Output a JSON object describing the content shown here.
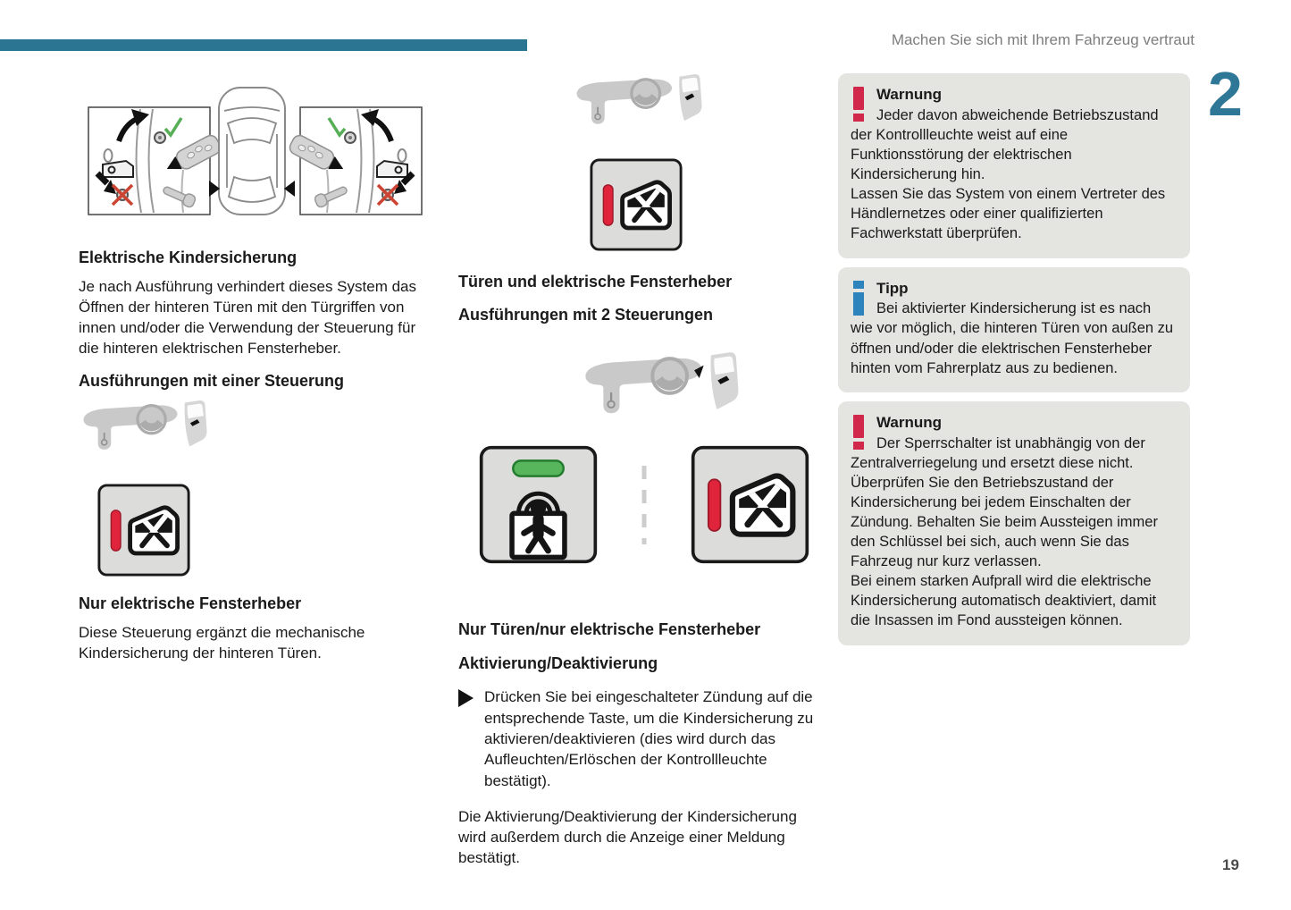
{
  "header": {
    "breadcrumb": "Machen Sie sich mit Ihrem Fahrzeug vertraut",
    "chapter_number": "2"
  },
  "footer": {
    "page_number": "19"
  },
  "colors": {
    "accent_teal": "#2b7592",
    "warning_red": "#d0274b",
    "tip_blue": "#2d84bd",
    "callout_gray": "#e4e4e1",
    "button_face_gray": "#dcdcdb",
    "indicator_red": "#e0243c",
    "indicator_green": "#57b65c",
    "illustration_gray": "#c9c9c9"
  },
  "left": {
    "title": "Elektrische Kindersicherung",
    "intro": "Je nach Ausführung verhindert dieses System das Öffnen der hinteren Türen mit den Türgriffen von innen und/oder die Verwendung der Steuerung für die hinteren elektrischen Fensterheber.",
    "variant_one_title": "Ausführungen mit einer Steuerung",
    "windows_only_title": "Nur elektrische Fensterheber",
    "windows_only_body": "Diese Steuerung ergänzt die mechanische Kindersicherung der hinteren Türen."
  },
  "middle": {
    "doors_windows_title": "Türen und elektrische Fensterheber",
    "variant_two_title": "Ausführungen mit 2 Steuerungen",
    "doors_or_windows_title": "Nur Türen/nur elektrische Fensterheber",
    "activation_title": "Aktivierung/Deaktivierung",
    "activation_step": "Drücken Sie bei eingeschalteter Zündung auf die entsprechende Taste, um die Kindersicherung zu aktivieren/deaktivieren (dies wird durch das Aufleuchten/Erlöschen der Kontrollleuchte bestätigt).",
    "activation_note": "Die Aktivierung/Deaktivierung der Kindersicherung wird außerdem durch die Anzeige einer Meldung bestätigt."
  },
  "callouts": [
    {
      "type": "warning",
      "icon": "warning-exclamation-icon",
      "title": "Warnung",
      "body": "Jeder davon abweichende Betriebszustand der Kontrollleuchte weist auf eine Funktionsstörung der elektrischen Kindersicherung hin.\nLassen Sie das System von einem Vertreter des Händlernetzes oder einer qualifizierten Fachwerkstatt überprüfen."
    },
    {
      "type": "tip",
      "icon": "info-icon",
      "title": "Tipp",
      "body": "Bei aktivierter Kindersicherung ist es nach wie vor möglich, die hinteren Türen von außen zu öffnen und/oder die elektrischen Fensterheber hinten vom Fahrerplatz aus zu bedienen."
    },
    {
      "type": "warning",
      "icon": "warning-exclamation-icon",
      "title": "Warnung",
      "body": "Der Sperrschalter ist unabhängig von der Zentralverriegelung und ersetzt diese nicht. Überprüfen Sie den Betriebszustand der Kindersicherung bei jedem Einschalten der Zündung. Behalten Sie beim Aussteigen immer den Schlüssel bei sich, auch wenn Sie das Fahrzeug nur kurz verlassen.\nBei einem starken Aufprall wird die elektrische Kindersicherung automatisch deaktiviert, damit die Insassen im Fond aussteigen können."
    }
  ]
}
